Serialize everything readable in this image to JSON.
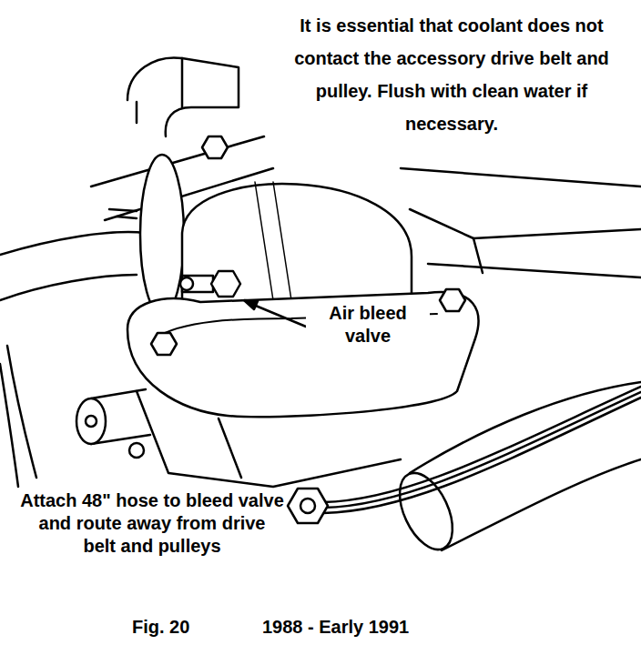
{
  "diagram": {
    "caption": "Fig. 20",
    "labels": [
      "It is essential that coolant does not contact the accessory drive belt and pulley. Flush with clean water if necessary.",
      "Air bleed valve",
      "Attach 48\" hose to bleed valve and route away from drive belt and pulleys",
      "1988 - Early 1991"
    ]
  }
}
